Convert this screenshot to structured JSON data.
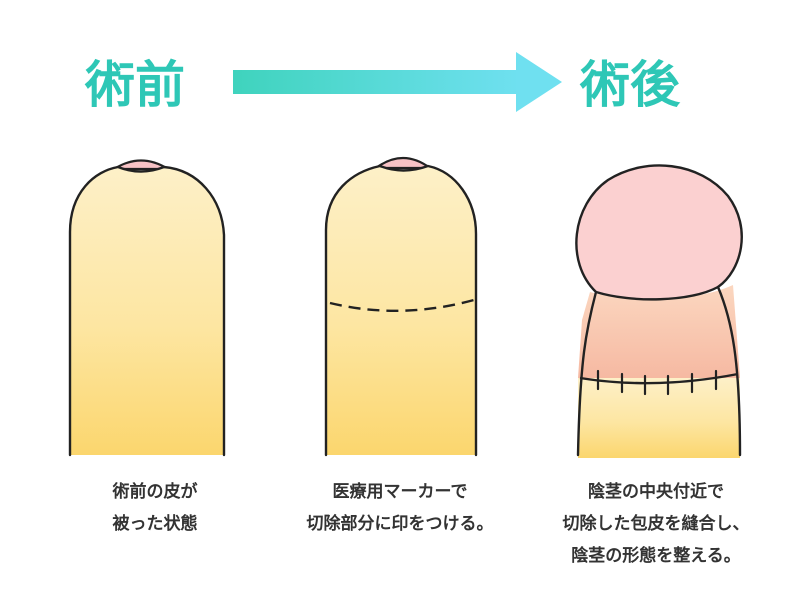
{
  "headings": {
    "before": "術前",
    "after": "術後"
  },
  "captions": {
    "before": [
      "術前の皮が",
      "被った状態"
    ],
    "marking": [
      "医療用マーカーで",
      "切除部分に印をつける。"
    ],
    "after": [
      "陰茎の中央付近で",
      "切除した包皮を縫合し、",
      "陰茎の形態を整える。"
    ]
  },
  "colors": {
    "heading": "#2ec7b6",
    "arrow_start": "#3fd3bd",
    "arrow_end": "#6fe0f0",
    "skin_top": "#fdf0c8",
    "skin_bottom": "#fbd66e",
    "tip_pink": "#f8c3c6",
    "glans": "#fbd0d0",
    "scar_band": "#f6b9a2",
    "outline": "#222222",
    "caption_text": "#333333"
  }
}
